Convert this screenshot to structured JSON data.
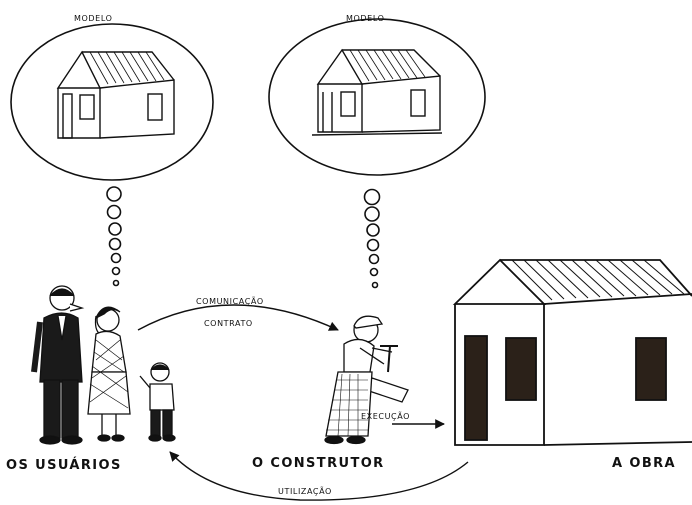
{
  "thoughts": {
    "users_model_label": "MODELO",
    "builder_model_label": "MODELO"
  },
  "flows": {
    "communication": "COMUNICAÇÃO",
    "contract": "CONTRATO",
    "execution": "EXECUÇÃO",
    "utilization": "UTILIZAÇÃO"
  },
  "actors": {
    "users": "OS USUÁRIOS",
    "builder": "O CONSTRUTOR",
    "work": "A OBRA"
  }
}
